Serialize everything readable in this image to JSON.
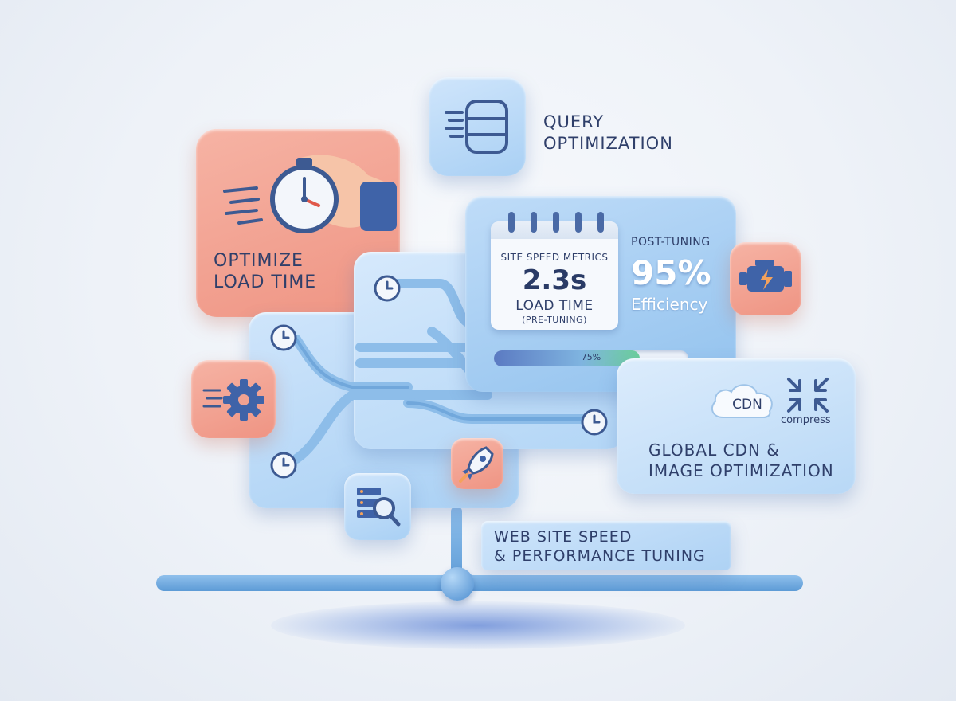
{
  "query_card": {
    "line1": "QUERY",
    "line2": "OPTIMIZATION",
    "icon": "database-icon"
  },
  "load_time_card": {
    "line1": "OPTIMIZE",
    "line2": "LOAD TIME",
    "icon": "stopwatch-hand-icon"
  },
  "metrics_card": {
    "calendar_title": "SITE SPEED METRICS",
    "value": "2.3s",
    "value_label": "LOAD TIME",
    "value_note": "(PRE-TUNING)",
    "post_label": "POST-TUNING",
    "post_value": "95%",
    "post_caption": "Efficiency",
    "progress_label": "75%",
    "progress": 0.75
  },
  "engine_tile": {
    "icon": "engine-lightning-icon"
  },
  "gear_tile": {
    "icon": "gear-speed-icon"
  },
  "rocket_tile": {
    "icon": "rocket-icon"
  },
  "search_tile": {
    "icon": "server-search-icon"
  },
  "cdn_card": {
    "cloud_label": "CDN",
    "compress_label": "compress",
    "line1": "GLOBAL CDN &",
    "line2": "IMAGE OPTIMIZATION"
  },
  "banner": {
    "line1": "WEB SITE SPEED",
    "line2": "& PERFORMANCE TUNING"
  },
  "colors": {
    "accent_blue": "#2f3f6a",
    "salmon": "#ef9483",
    "light_blue": "#a9d0f4",
    "progress_green": "#6ccf9a"
  }
}
